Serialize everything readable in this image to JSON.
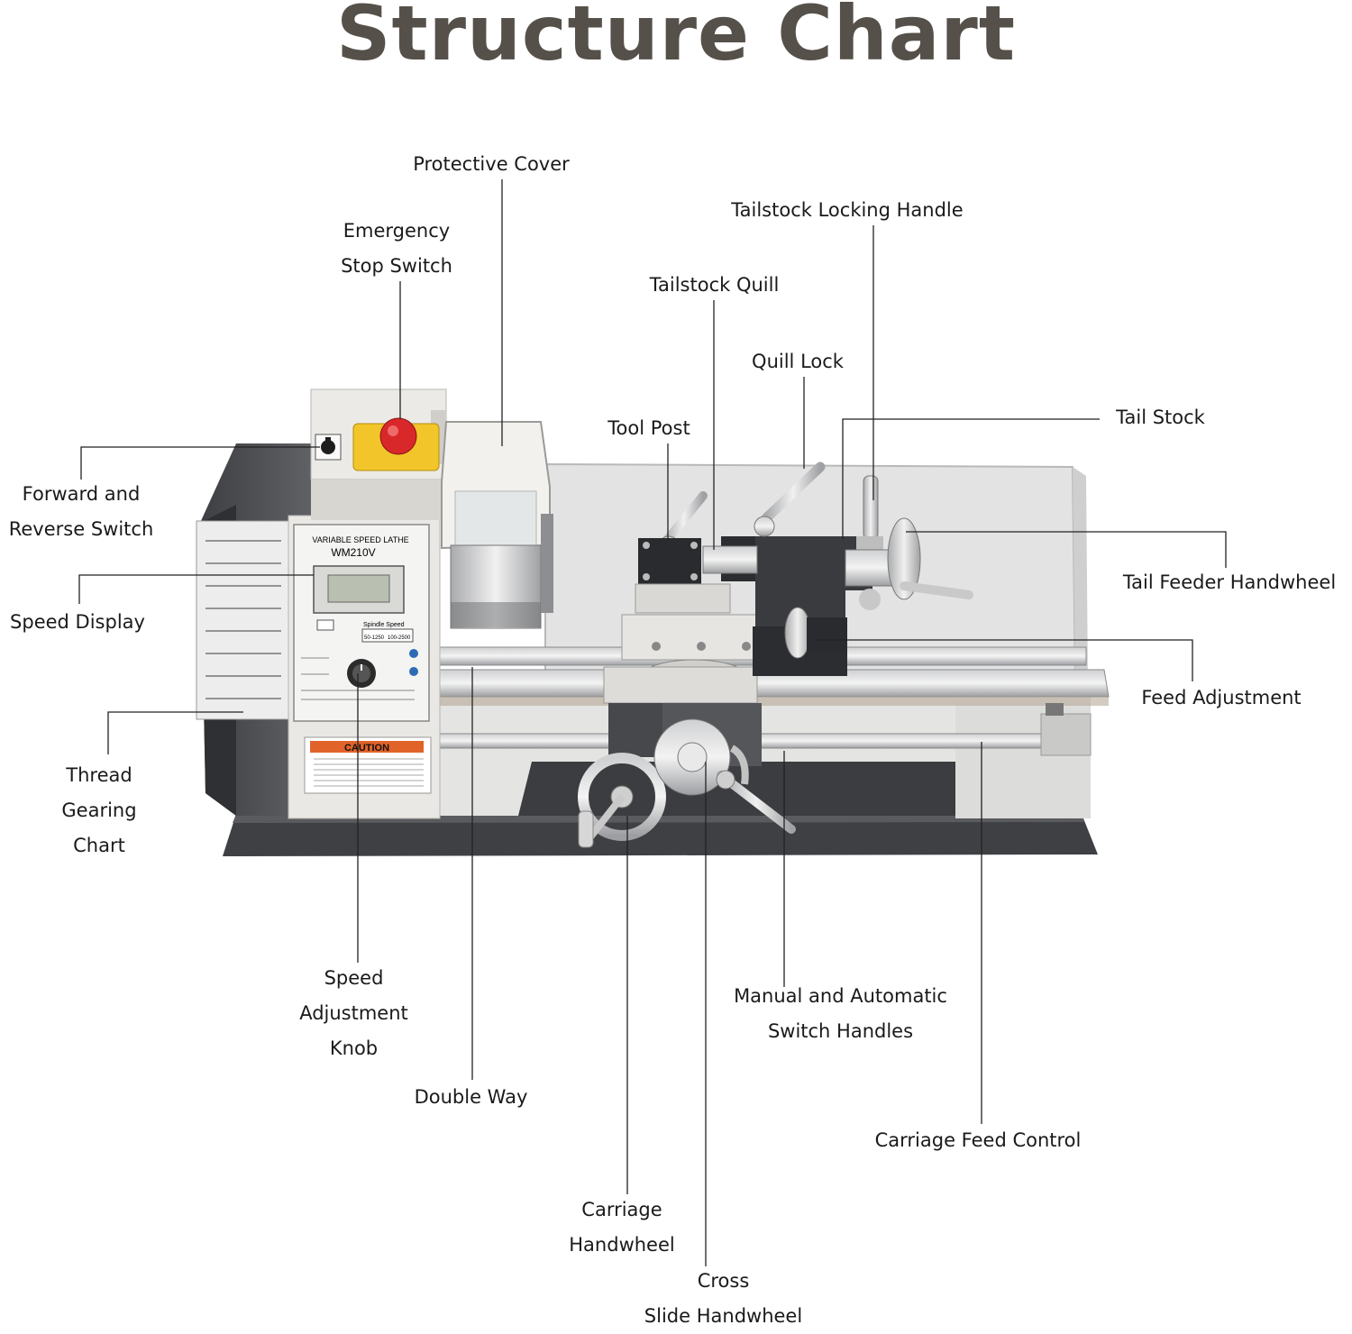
{
  "title": "Structure Chart",
  "labels": {
    "protective_cover": [
      "Protective Cover"
    ],
    "emergency_stop": [
      "Emergency",
      "Stop Switch"
    ],
    "tailstock_locking_handle": [
      "Tailstock Locking Handle"
    ],
    "tailstock_quill": [
      "Tailstock Quill"
    ],
    "quill_lock": [
      "Quill Lock"
    ],
    "tool_post": [
      "Tool Post"
    ],
    "tail_stock": [
      "Tail Stock"
    ],
    "forward_reverse": [
      "Forward and",
      "Reverse Switch"
    ],
    "speed_display": [
      "Speed Display"
    ],
    "tail_feeder_handwheel": [
      "Tail Feeder Handwheel"
    ],
    "feed_adjustment": [
      "Feed Adjustment"
    ],
    "thread_gearing_chart": [
      "Thread",
      "Gearing",
      "Chart"
    ],
    "speed_adjustment_knob": [
      "Speed",
      "Adjustment",
      "Knob"
    ],
    "manual_auto_switch": [
      "Manual and Automatic",
      "Switch Handles"
    ],
    "double_way": [
      "Double Way"
    ],
    "carriage_feed_control": [
      "Carriage Feed Control"
    ],
    "carriage_handwheel": [
      "Carriage",
      "Handwheel"
    ],
    "cross_slide_handwheel": [
      "Cross",
      "Slide Handwheel"
    ]
  },
  "machine_text": {
    "panel_title": "VARIABLE SPEED LATHE",
    "model": "WM210V",
    "caution": "CAUTION",
    "speed_header": "Spindle Speed",
    "speed_low": "50-1250",
    "speed_high": "100-2500"
  },
  "colors": {
    "title": "#555049",
    "machine_body": "#e9e8e4",
    "dark_gray": "#4a4b4e",
    "stop_button": "#d8282a",
    "switch_box": "#f2c62a",
    "caution": "#e2632a"
  }
}
